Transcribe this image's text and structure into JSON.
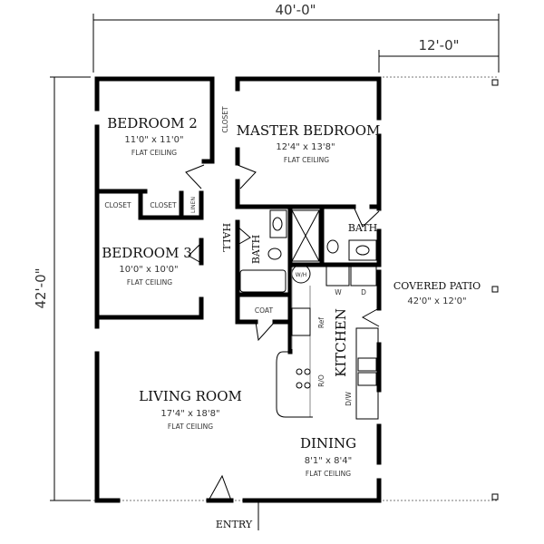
{
  "dimensions": {
    "overall_width": "40'-0\"",
    "patio_width": "12'-0\"",
    "overall_depth": "42'-0\""
  },
  "rooms": {
    "bedroom2": {
      "name": "BEDROOM 2",
      "size": "11'0\" x 11'0\"",
      "ceiling": "FLAT CEILING"
    },
    "master": {
      "name": "MASTER BEDROOM",
      "size": "12'4\" x 13'8\"",
      "ceiling": "FLAT CEILING"
    },
    "bedroom3": {
      "name": "BEDROOM 3",
      "size": "10'0\" x 10'0\"",
      "ceiling": "FLAT CEILING"
    },
    "living": {
      "name": "LIVING ROOM",
      "size": "17'4\" x 18'8\"",
      "ceiling": "FLAT CEILING"
    },
    "dining": {
      "name": "DINING",
      "size": "8'1\" x 8'4\"",
      "ceiling": "FLAT CEILING"
    },
    "patio": {
      "name": "COVERED PATIO",
      "size": "42'0\" x 12'0\""
    },
    "kitchen": {
      "name": "KITCHEN"
    },
    "hall": {
      "name": "HALL"
    },
    "bath1": {
      "name": "BATH"
    },
    "bath2": {
      "name": "BATH"
    },
    "entry": {
      "name": "ENTRY"
    }
  },
  "labels": {
    "closet_master": "CLOSET",
    "closet1": "CLOSET",
    "closet2": "CLOSET",
    "linen": "LINEN",
    "coat": "COAT",
    "wh": "W/H",
    "washer": "W",
    "dryer": "D",
    "ref": "Ref",
    "range": "R/O",
    "dishwasher": "D/W"
  }
}
